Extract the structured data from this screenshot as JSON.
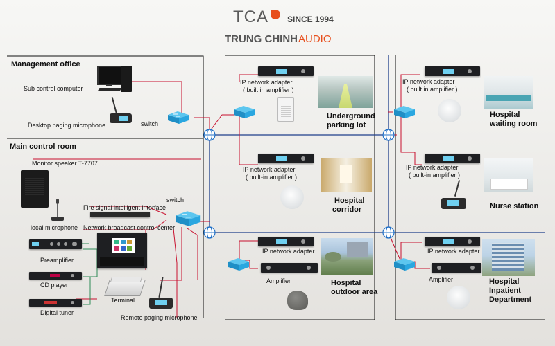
{
  "brand": {
    "logo_text": "TCA",
    "since": "SINCE 1994",
    "name_part1": "TRUNG CHINH",
    "name_part2": "AUDIO",
    "accent_color": "#e74e1c"
  },
  "sections": {
    "management_office": "Management office",
    "main_control_room": "Main control room"
  },
  "labels": {
    "sub_control_computer": "Sub control computer",
    "desktop_paging_mic": "Desktop paging microphone",
    "switch_1": "switch",
    "monitor_speaker": "Monitor speaker T-7707",
    "switch_2": "switch",
    "fire_signal": "Fire signal intelligent interface",
    "network_broadcast": "Network broadcast control center",
    "local_microphone": "local microphone",
    "preamplifier": "Preamplifier",
    "cd_player": "CD player",
    "digital_tuner": "Digital tuner",
    "terminal": "Terminal",
    "remote_paging_mic": "Remote paging microphone",
    "ip_adapter_a1": "IP network adapter",
    "ip_adapter_a2": "( built in amplifier )",
    "underground_1": "Underground",
    "underground_2": "parking lot",
    "ip_adapter_b1": "IP network adapter",
    "ip_adapter_b2": "( built-in amplifier )",
    "hospital_corridor_1": "Hospital",
    "hospital_corridor_2": "corridor",
    "ip_adapter_c1": "IP network adapter",
    "amplifier_c": "Amplifier",
    "outdoor_1": "Hospital",
    "outdoor_2": "outdoor area",
    "ip_adapter_d1": "IP network adapter",
    "ip_adapter_d2": "( built in amplifier )",
    "waiting_1": "Hospital",
    "waiting_2": "waiting room",
    "ip_adapter_e1": "IP network adapter",
    "ip_adapter_e2": "( built-in amplifier )",
    "nurse_station": "Nurse station",
    "ip_adapter_f1": "IP network adapter",
    "amplifier_f": "Amplifier",
    "inpatient_1": "Hospital",
    "inpatient_2": "Inpatient",
    "inpatient_3": "Department"
  },
  "colors": {
    "network_line": "#c8102e",
    "backbone_line": "#1f3f8a",
    "audio_line": "#2e8b57",
    "switch_blue": "#2aa7e0"
  }
}
